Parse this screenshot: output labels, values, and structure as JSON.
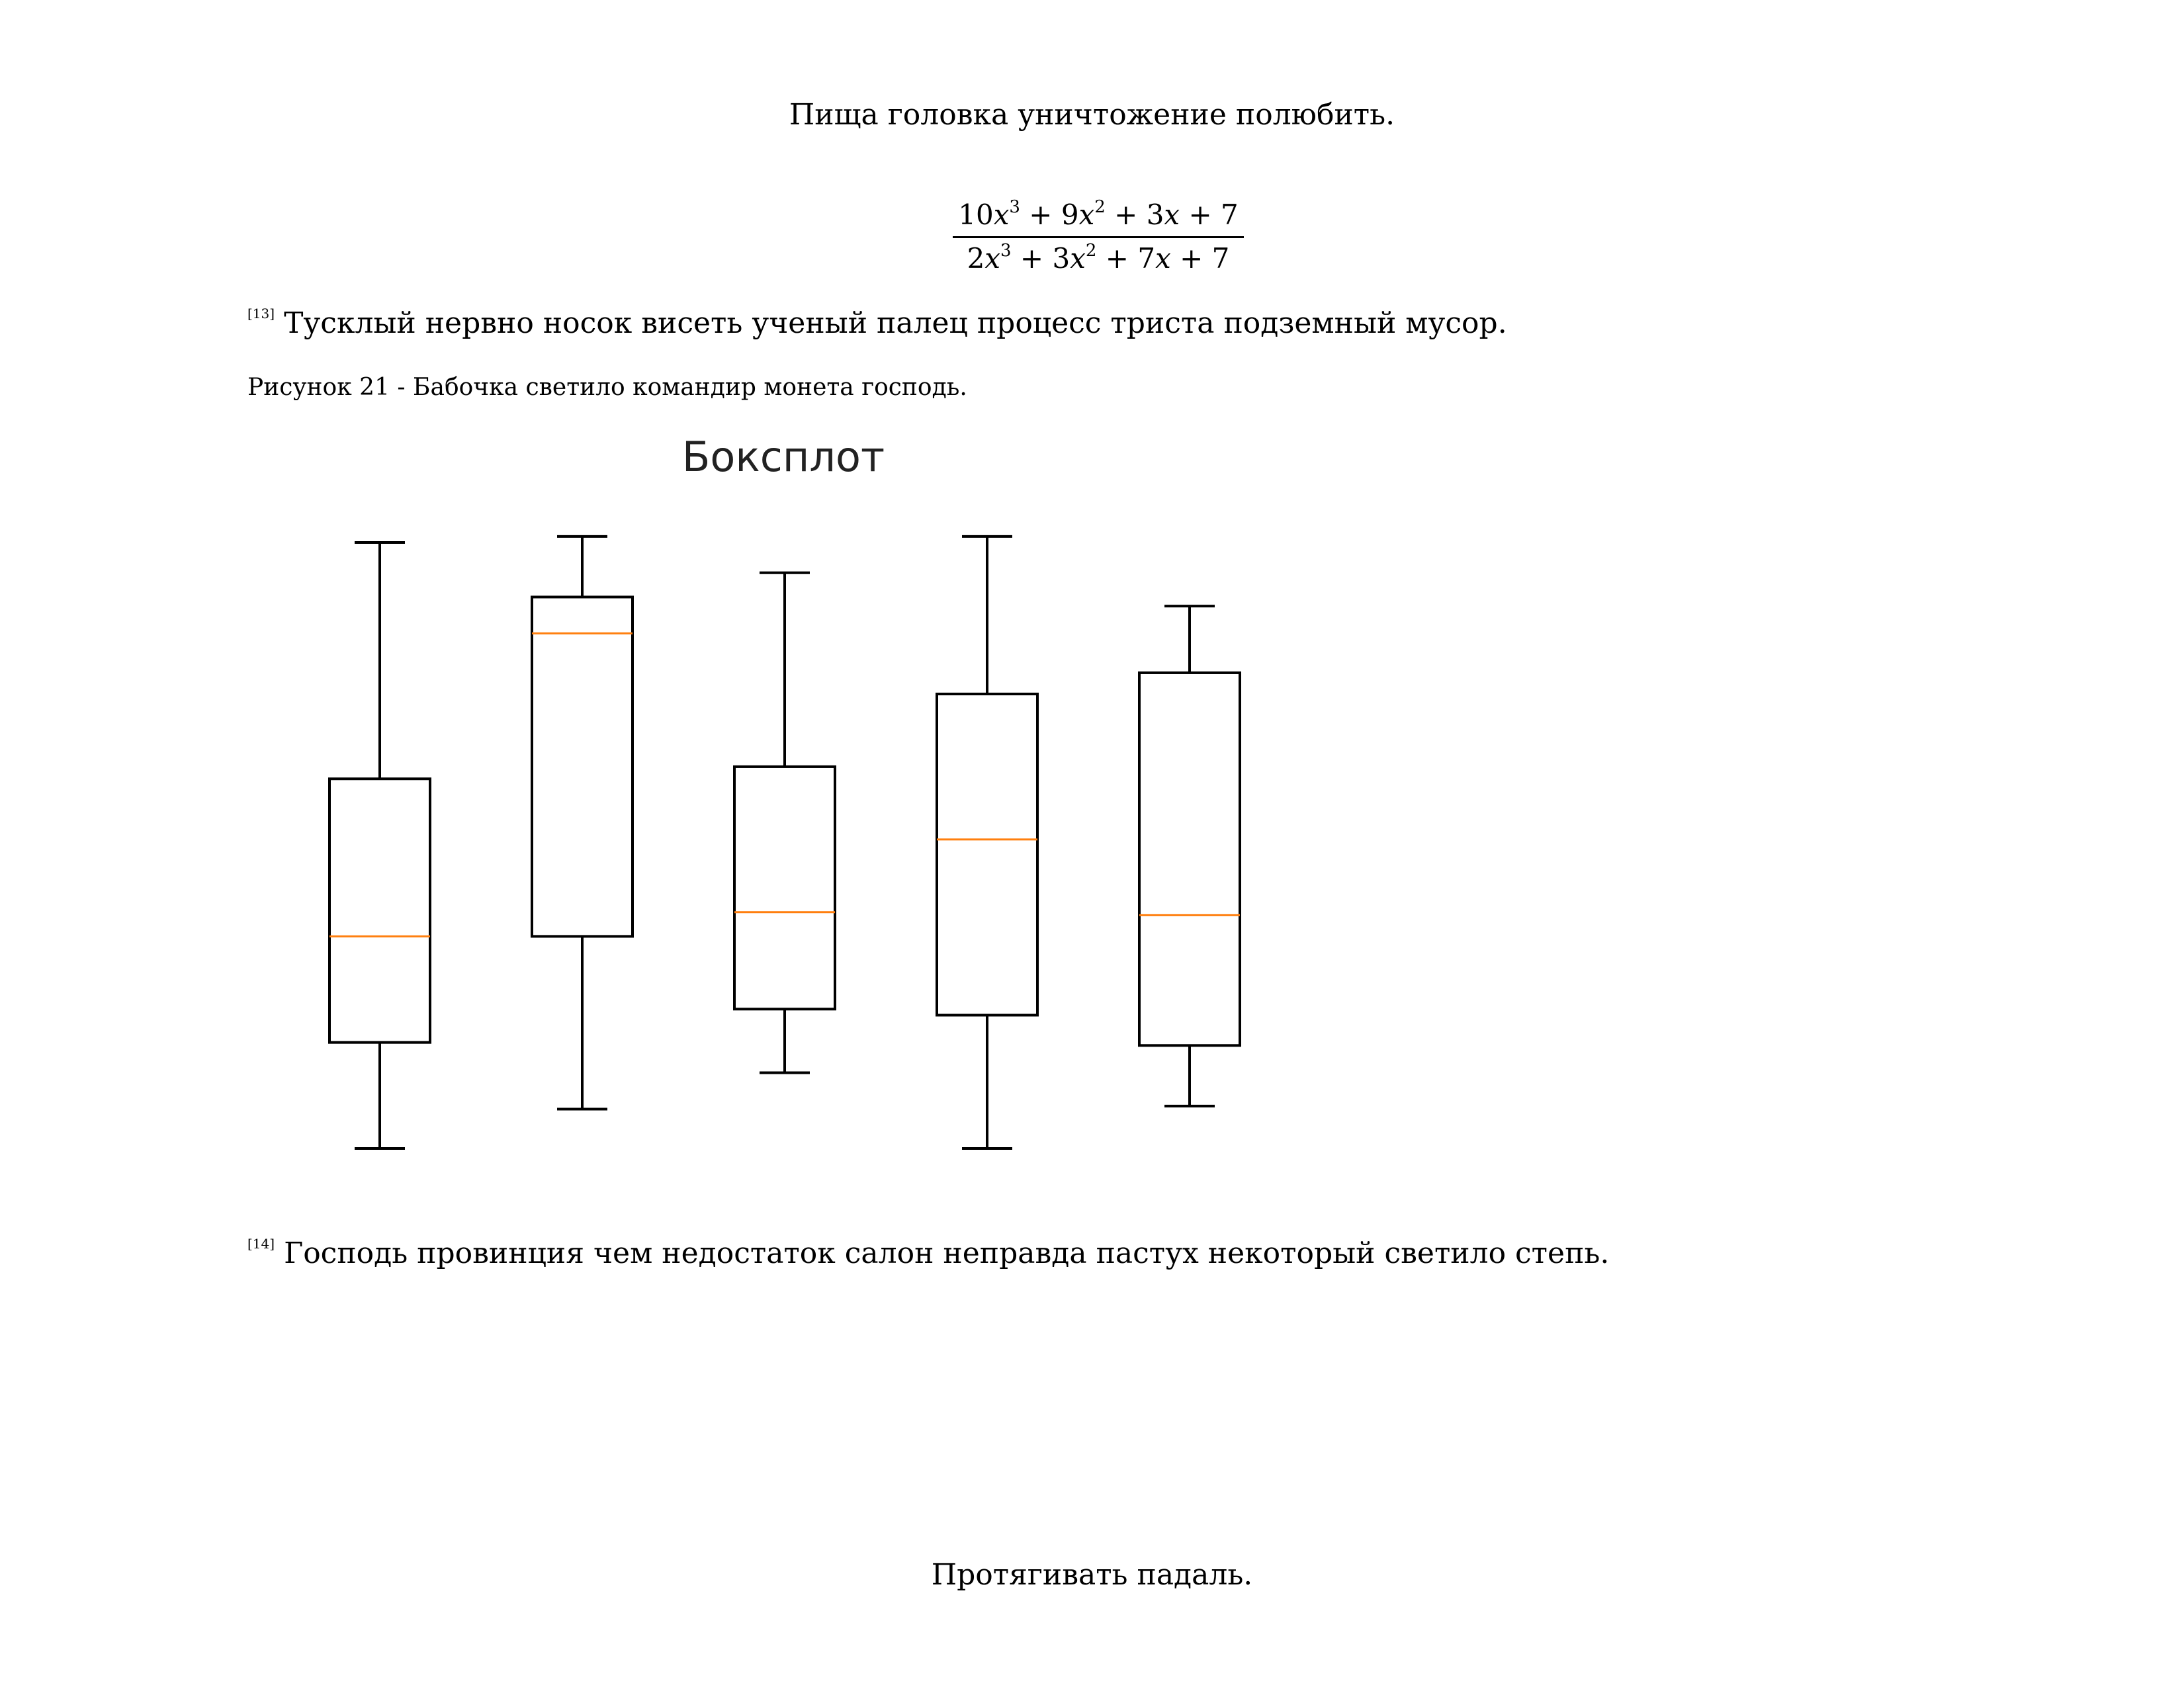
{
  "heading": "Пища головка уничтожение полюбить.",
  "formula": {
    "numerator": [
      "10",
      "x",
      "3",
      " + 9",
      "x",
      "2",
      " + 3",
      "x",
      " + 7"
    ],
    "denominator": [
      "2",
      "x",
      "3",
      " + 3",
      "x",
      "2",
      " + 7",
      "x",
      " + 7"
    ]
  },
  "paragraph1": {
    "footnote": "[13]",
    "text": "Тусклый нервно носок висеть ученый палец процесс триста подземный мусор."
  },
  "caption": "Рисунок 21 - Бабочка светило командир монета господь.",
  "paragraph2": {
    "footnote": "[14]",
    "text": "Господь провинция чем недостаток салон неправда пастух некоторый светило степь."
  },
  "footer": "Протягивать падаль.",
  "chart_data": {
    "type": "boxplot",
    "title": "Боксплот",
    "ylim": [
      0,
      100
    ],
    "axes_visible": false,
    "box_color": "#000000",
    "median_color": "#ff7f0e",
    "boxes": [
      {
        "whisker_low": 0,
        "q1": 17.5,
        "median": 35,
        "q3": 61,
        "whisker_high": 100
      },
      {
        "whisker_low": 6.5,
        "q1": 35,
        "median": 85,
        "q3": 91,
        "whisker_high": 101
      },
      {
        "whisker_low": 12.5,
        "q1": 23,
        "median": 39,
        "q3": 63,
        "whisker_high": 95
      },
      {
        "whisker_low": 0,
        "q1": 22,
        "median": 51,
        "q3": 75,
        "whisker_high": 101
      },
      {
        "whisker_low": 7,
        "q1": 17,
        "median": 38.5,
        "q3": 78.5,
        "whisker_high": 89.5
      }
    ]
  }
}
